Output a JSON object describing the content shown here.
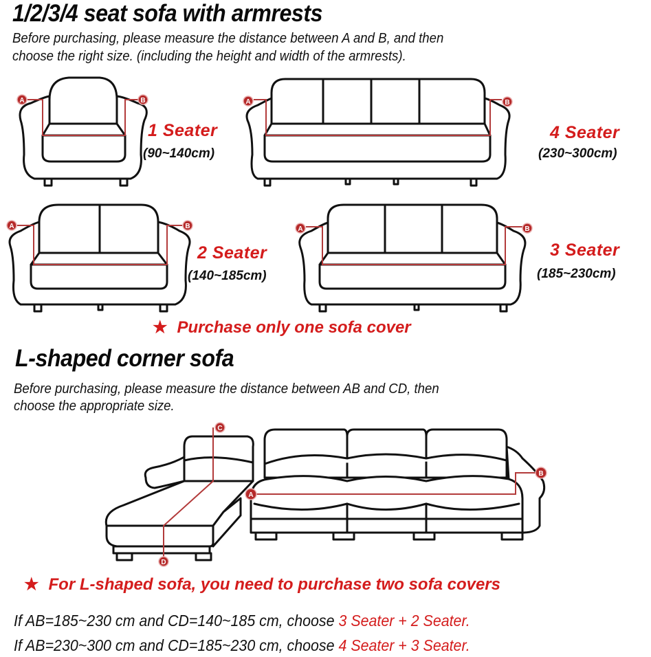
{
  "section1": {
    "title": "1/2/3/4 seat sofa with armrests",
    "instructions_line1": "Before purchasing, please measure the distance between A and B, and then",
    "instructions_line2": "choose the right size. (including the height and width of the armrests)."
  },
  "sofas": [
    {
      "name": "1 Seater",
      "range": "(90~140cm)",
      "cushions": 1
    },
    {
      "name": "4 Seater",
      "range": "(230~300cm)",
      "cushions": 4
    },
    {
      "name": "2 Seater",
      "range": "(140~185cm)",
      "cushions": 2
    },
    {
      "name": "3 Seater",
      "range": "(185~230cm)",
      "cushions": 3
    }
  ],
  "markers": {
    "a": "A",
    "b": "B",
    "c": "C",
    "d": "D"
  },
  "note1": {
    "star": "★",
    "text": "Purchase only one sofa cover"
  },
  "section2": {
    "title": "L-shaped corner sofa",
    "instructions_line1": "Before purchasing, please measure the distance between AB and CD, then",
    "instructions_line2": "choose the appropriate size."
  },
  "note2": {
    "star": "★",
    "text": "For L-shaped sofa, you need to purchase two sofa covers"
  },
  "rules": [
    {
      "condition": "If AB=185~230 cm and CD=140~185 cm, choose ",
      "choice": "3 Seater + 2 Seater."
    },
    {
      "condition": "If AB=230~300 cm and CD=185~230 cm, choose ",
      "choice": "4 Seater + 3 Seater."
    }
  ],
  "colors": {
    "accent_red": "#d41c1c",
    "marker_red": "#b52a2a",
    "outline": "#111111"
  }
}
